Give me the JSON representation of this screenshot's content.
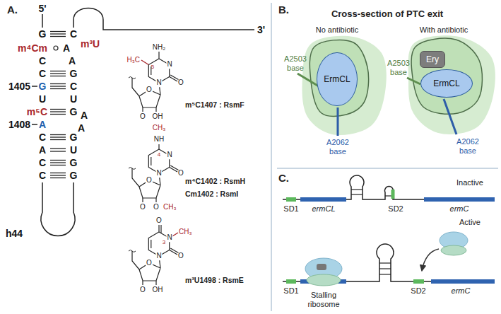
{
  "diagram": {
    "nodes": [
      {
        "text": [
          "ErmCL"
        ]
      },
      {
        "text": [
          "Ery"
        ]
      },
      {
        "text": [
          "ErmCL"
        ]
      }
    ],
    "labels": [
      "A.",
      "B.",
      "C.",
      "5'",
      "3'",
      "G",
      "C",
      "m⁴Cm",
      "A",
      "m³U",
      "C",
      "A",
      "C",
      "G",
      "1405",
      "G",
      "C",
      "U",
      "U",
      "m⁵C",
      "G",
      "A",
      "1408",
      "A",
      "A",
      "C",
      "G",
      "A",
      "U",
      "C",
      "G",
      "C",
      "G",
      "h44",
      "NH₂",
      "H₃C",
      "5",
      "N",
      "N",
      "O",
      "O",
      "O",
      "OH",
      "m⁵C1407 : RsmF",
      "CH₃",
      "NH",
      "4",
      "N",
      "N",
      "O",
      "O",
      "O",
      "O",
      "CH₃",
      "m⁴C1402 : RsmH",
      "Cm1402 : RsmI",
      "O",
      "N",
      "3",
      "CH₃",
      "O",
      "N",
      "O",
      "O",
      "OH",
      "m³U1498 : RsmE",
      "Cross-section of PTC exit",
      "No antibiotic",
      "With antibiotic",
      "A2503 base",
      "A2062 base",
      "A2503 base",
      "A2062 base",
      "Inactive",
      "SD1",
      "ermCL",
      "SD2",
      "ermC",
      "Active",
      "SD1",
      "Stalling ribosome",
      "SD2",
      "ermC"
    ]
  }
}
